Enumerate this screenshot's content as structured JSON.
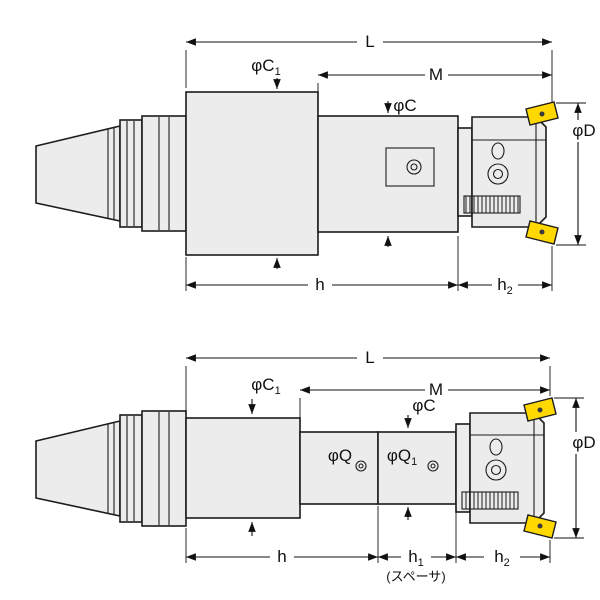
{
  "diagram": {
    "description": "milling-toolholder-dimension-drawing",
    "colors": {
      "insert_fill": "#FFD800",
      "body_fill": "#ECECEC",
      "line": "#111111"
    },
    "top_view": {
      "labels": {
        "L": "L",
        "M": "M",
        "phiC1_base": "φC",
        "phiC1_sub": "1",
        "phiC": "φC",
        "phiD": "φD",
        "h": "h",
        "h2_base": "h",
        "h2_sub": "2"
      }
    },
    "bottom_view": {
      "labels": {
        "L": "L",
        "M": "M",
        "phiC1_base": "φC",
        "phiC1_sub": "1",
        "phiC": "φC",
        "phiD": "φD",
        "phiQ": "φQ",
        "phiQ1_base": "φQ",
        "phiQ1_sub": "1",
        "h": "h",
        "h1_base": "h",
        "h1_sub": "1",
        "h2_base": "h",
        "h2_sub": "2",
        "spacer_note": "(スペーサ)"
      }
    }
  }
}
